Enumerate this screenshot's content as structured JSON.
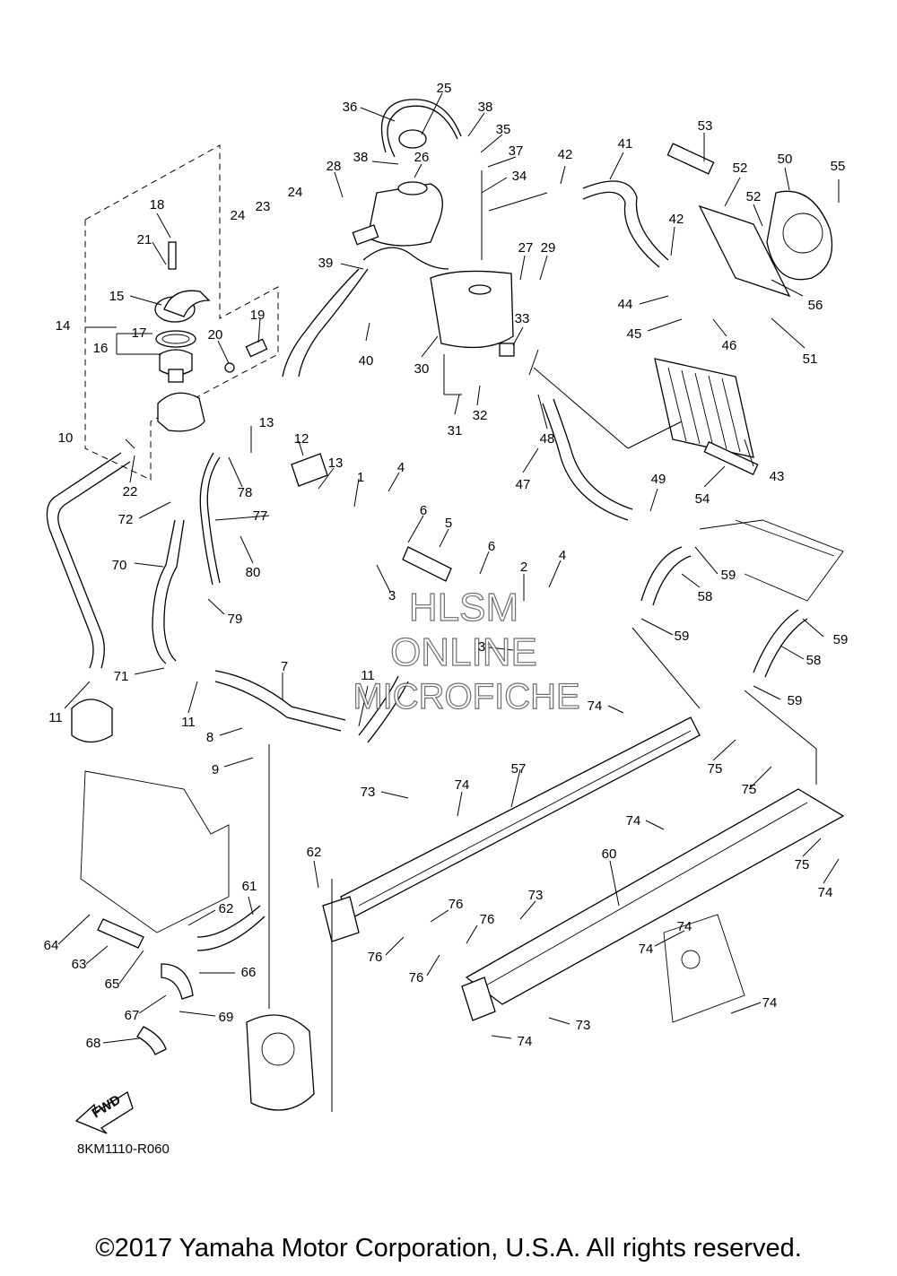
{
  "callouts": [
    "1",
    "2",
    "3",
    "3",
    "4",
    "4",
    "5",
    "6",
    "6",
    "7",
    "8",
    "9",
    "10",
    "11",
    "11",
    "11",
    "12",
    "13",
    "13",
    "14",
    "15",
    "16",
    "17",
    "18",
    "19",
    "20",
    "21",
    "22",
    "23",
    "24",
    "24",
    "25",
    "26",
    "27",
    "28",
    "29",
    "30",
    "31",
    "32",
    "33",
    "34",
    "35",
    "36",
    "37",
    "38",
    "38",
    "39",
    "40",
    "41",
    "42",
    "42",
    "43",
    "44",
    "45",
    "46",
    "47",
    "48",
    "49",
    "50",
    "51",
    "52",
    "52",
    "53",
    "54",
    "55",
    "56",
    "57",
    "58",
    "58",
    "59",
    "59",
    "59",
    "59",
    "60",
    "61",
    "62",
    "62",
    "63",
    "64",
    "65",
    "66",
    "67",
    "68",
    "69",
    "70",
    "71",
    "72",
    "73",
    "73",
    "73",
    "74",
    "74",
    "74",
    "74",
    "74",
    "74",
    "74",
    "74",
    "75",
    "75",
    "75",
    "76",
    "76",
    "76",
    "76",
    "77",
    "78",
    "79",
    "80"
  ],
  "fwd_label": "FWD",
  "diagram_code": "8KM1110-R060",
  "watermark": {
    "line1": "HLSM",
    "line2": "ONLINE",
    "line3": "MICROFICHE"
  },
  "copyright": "©2017 Yamaha Motor Corporation, U.S.A. All rights reserved."
}
